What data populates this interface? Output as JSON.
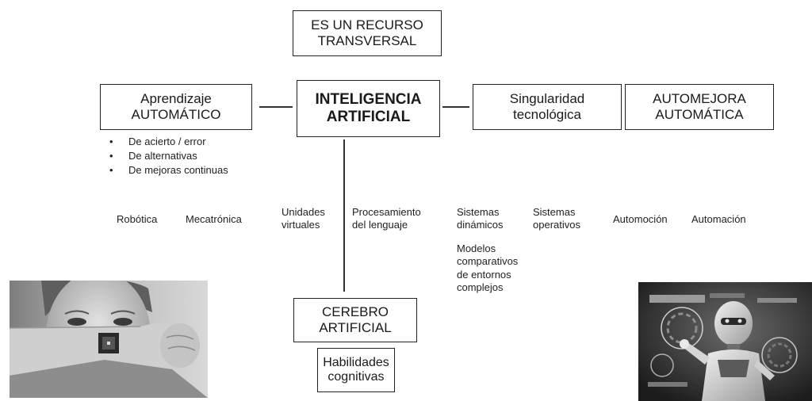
{
  "boxes": {
    "recurso": "ES UN RECURSO\nTRANSVERSAL",
    "aprendizaje": "Aprendizaje\nAUTOMÁTICO",
    "ia": "INTELIGENCIA\nARTIFICIAL",
    "singularidad": "Singularidad\ntecnológica",
    "automejora": "AUTOMEJORA\nAUTOMÁTICA",
    "cerebro": "CEREBRO\nARTIFICIAL",
    "habilidades": "Habilidades\ncognitivas"
  },
  "aprendizaje_items": [
    "De acierto / error",
    "De alternativas",
    "De mejoras continuas"
  ],
  "applications": {
    "robotica": "Robótica",
    "mecatronica": "Mecatrónica",
    "unidades": "Unidades\nvirtuales",
    "procesamiento": "Procesamiento\ndel lenguaje",
    "sistemas_dinamicos": "Sistemas\ndinámicos",
    "modelos": "Modelos\ncomparativos\nde entornos\ncomplejos",
    "sistemas_operativos": "Sistemas\noperativos",
    "automocion": "Automoción",
    "automatizacion": "Automación"
  },
  "images": {
    "left": "photo-wrist-chip",
    "right": "photo-robot-interface"
  }
}
